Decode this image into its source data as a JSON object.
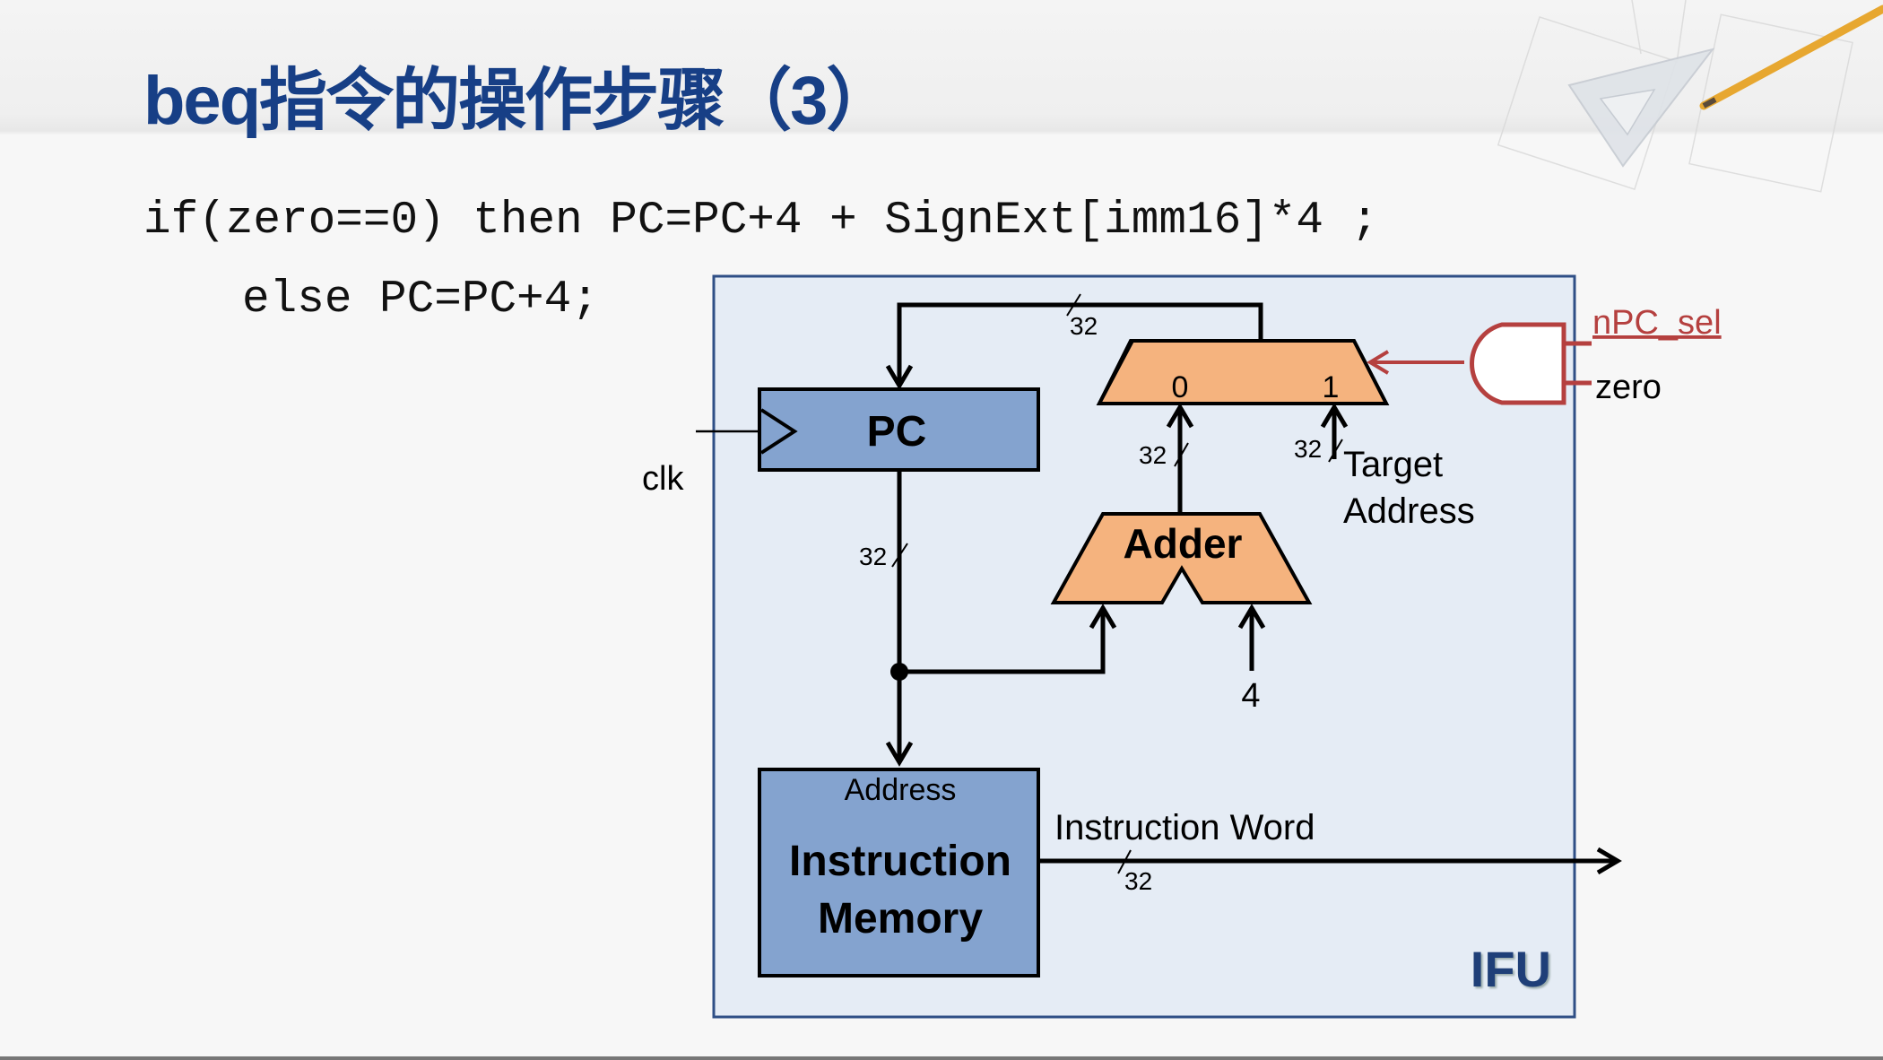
{
  "slide": {
    "title": "beq指令的操作步骤（3）",
    "code_lines": [
      "if(zero==0) then PC=PC+4 + SignExt[imm16]*4 ;",
      "else PC=PC+4;"
    ]
  },
  "diagram": {
    "container_label": "IFU",
    "pc": {
      "label": "PC",
      "clock_label": "clk"
    },
    "mux": {
      "input0_label": "0",
      "input1_label": "1"
    },
    "adder": {
      "label": "Adder",
      "constant_input": "4"
    },
    "target_label_line1": "Target",
    "target_label_line2": "Address",
    "and_gate": {
      "input_a": "nPC_sel",
      "input_b": "zero"
    },
    "instruction_memory": {
      "port_label": "Address",
      "label_line1": "Instruction",
      "label_line2": "Memory"
    },
    "output_label": "Instruction Word",
    "bus_widths": {
      "mux_to_pc": "32",
      "pc_out": "32",
      "adder_out": "32",
      "target_in": "32",
      "instr_word": "32"
    },
    "colors": {
      "title": "#173f86",
      "ifu_border": "#2f4f86",
      "ifu_fill": "#e5ecf5",
      "block_fill": "#84a3cf",
      "alu_fill": "#f5b37e",
      "control": "#b5403f"
    }
  }
}
